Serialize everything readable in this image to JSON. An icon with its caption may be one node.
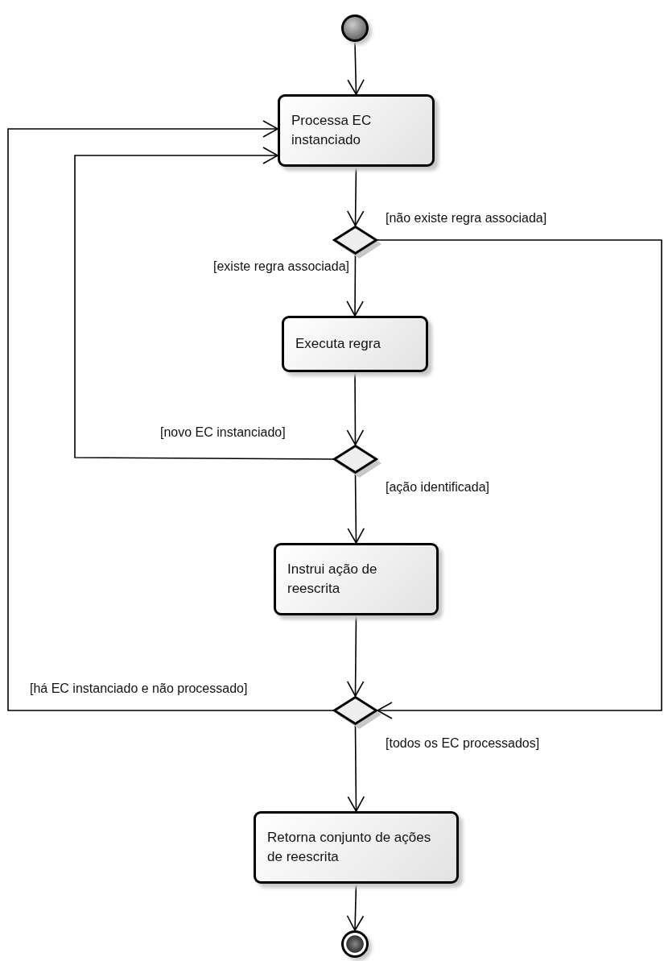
{
  "diagram": {
    "nodes": [
      {
        "text": [],
        "shape": "circle"
      },
      {
        "text": [
          "Processa EC instanciado"
        ]
      },
      {
        "text": [],
        "shape": "diamond"
      },
      {
        "text": [
          "Executa regra"
        ]
      },
      {
        "text": [],
        "shape": "diamond"
      },
      {
        "text": [
          "Instrui ação de reescrita"
        ]
      },
      {
        "text": [],
        "shape": "diamond"
      },
      {
        "text": [
          "Retorna conjunto de ações de reescrita"
        ]
      },
      {
        "text": [],
        "shape": "circle"
      }
    ],
    "edges": [
      {
        "from": 0,
        "to": 1,
        "arrow": "to"
      },
      {
        "from": 1,
        "to": 2,
        "arrow": "to"
      },
      {
        "from": 2,
        "to": 6,
        "arrow": "to",
        "label": "[não existe regra associada]"
      },
      {
        "from": 2,
        "to": 3,
        "arrow": "to",
        "label": "[existe regra associada]"
      },
      {
        "from": 3,
        "to": 4,
        "arrow": "to"
      },
      {
        "from": 4,
        "to": 1,
        "arrow": "to",
        "label": "[novo EC instanciado]"
      },
      {
        "from": 4,
        "to": 5,
        "arrow": "to",
        "label": "[ação identificada]"
      },
      {
        "from": 5,
        "to": 6,
        "arrow": "to"
      },
      {
        "from": 6,
        "to": 1,
        "arrow": "to",
        "label": "[há EC instanciado e não processado]"
      },
      {
        "from": 6,
        "to": 7,
        "arrow": "to",
        "label": "[todos os EC processados]"
      },
      {
        "from": 7,
        "to": 8,
        "arrow": "to"
      }
    ]
  }
}
